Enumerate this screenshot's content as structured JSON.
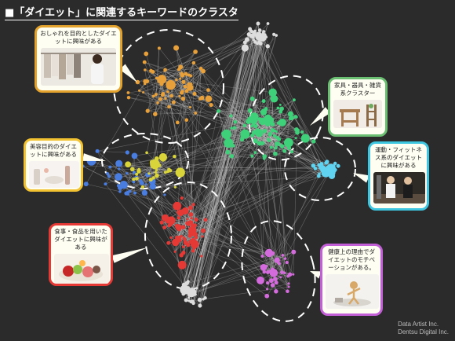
{
  "title": "■「ダイエット」に関連するキーワードのクラスタ",
  "credits": [
    "Data Artist Inc.",
    "Dentsu Digital Inc."
  ],
  "callouts": [
    {
      "id": "fashion",
      "text": "おしゃれを目的としたダイエットに興味がある",
      "border": "#e3a32c"
    },
    {
      "id": "furniture",
      "text": "家具・器具・雑貨系クラスター",
      "border": "#6bbf72"
    },
    {
      "id": "beauty",
      "text": "美容目的のダイエットに興味がある",
      "border": "#f2c230"
    },
    {
      "id": "fitness",
      "text": "運動・フィットネス系のダイエットに興味がある",
      "border": "#3ec6e0"
    },
    {
      "id": "food",
      "text": "食事・食品を用いたダイエットに興味がある",
      "border": "#e53935"
    },
    {
      "id": "health",
      "text": "健康上の理由でダイエットのモチベーションがある。",
      "border": "#c25fd6"
    }
  ],
  "clusters": [
    {
      "id": "orange",
      "color": "#e8a03a"
    },
    {
      "id": "green",
      "color": "#3fd07a"
    },
    {
      "id": "cyan",
      "color": "#5fd3f0"
    },
    {
      "id": "red",
      "color": "#e53935"
    },
    {
      "id": "purple",
      "color": "#d46bdc"
    },
    {
      "id": "white",
      "color": "#dddddd"
    },
    {
      "id": "blue",
      "color": "#4a7de0"
    },
    {
      "id": "yellow",
      "color": "#d8d43a"
    }
  ]
}
